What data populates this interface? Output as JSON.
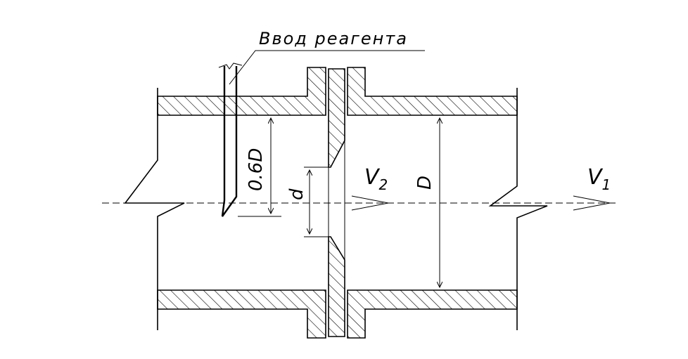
{
  "labels": {
    "reagent_inlet": "Ввод реагента",
    "dim_06D": "0.6D",
    "dim_d": "d",
    "dim_D": "D",
    "v2_main": "V",
    "v2_sub": "2",
    "v1_main": "V",
    "v1_sub": "1"
  }
}
